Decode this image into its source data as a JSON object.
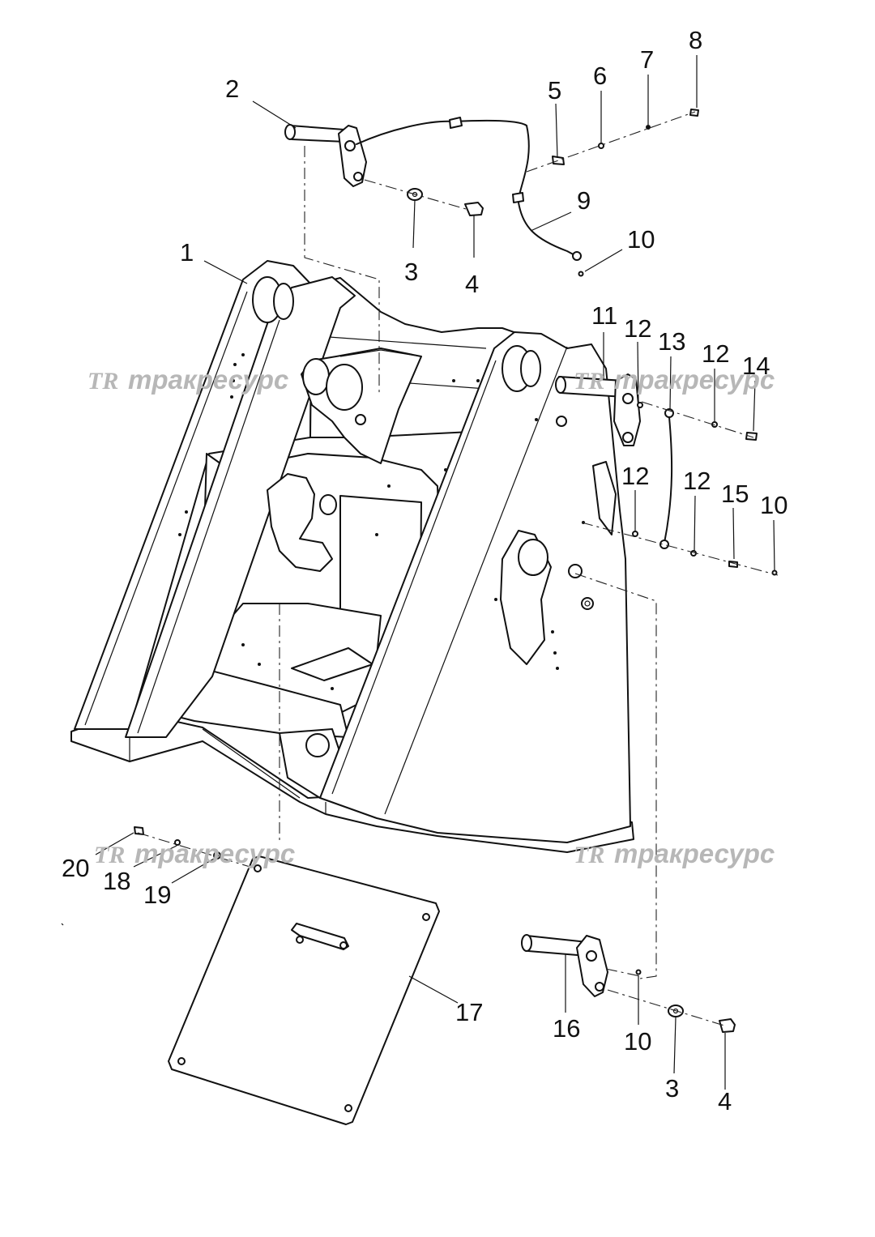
{
  "watermark": {
    "logo": "TR",
    "text": "тракресурс"
  },
  "callouts": [
    {
      "id": "c1",
      "label": "1"
    },
    {
      "id": "c2",
      "label": "2"
    },
    {
      "id": "c3a",
      "label": "3"
    },
    {
      "id": "c4a",
      "label": "4"
    },
    {
      "id": "c5",
      "label": "5"
    },
    {
      "id": "c6",
      "label": "6"
    },
    {
      "id": "c7",
      "label": "7"
    },
    {
      "id": "c8",
      "label": "8"
    },
    {
      "id": "c9",
      "label": "9"
    },
    {
      "id": "c10a",
      "label": "10"
    },
    {
      "id": "c11",
      "label": "11"
    },
    {
      "id": "c12a",
      "label": "12"
    },
    {
      "id": "c13",
      "label": "13"
    },
    {
      "id": "c12b",
      "label": "12"
    },
    {
      "id": "c14",
      "label": "14"
    },
    {
      "id": "c12c",
      "label": "12"
    },
    {
      "id": "c12d",
      "label": "12"
    },
    {
      "id": "c15",
      "label": "15"
    },
    {
      "id": "c10b",
      "label": "10"
    },
    {
      "id": "c20",
      "label": "20"
    },
    {
      "id": "c18",
      "label": "18"
    },
    {
      "id": "c19",
      "label": "19"
    },
    {
      "id": "c17",
      "label": "17"
    },
    {
      "id": "c16",
      "label": "16"
    },
    {
      "id": "c10c",
      "label": "10"
    },
    {
      "id": "c3b",
      "label": "3"
    },
    {
      "id": "c4b",
      "label": "4"
    }
  ]
}
